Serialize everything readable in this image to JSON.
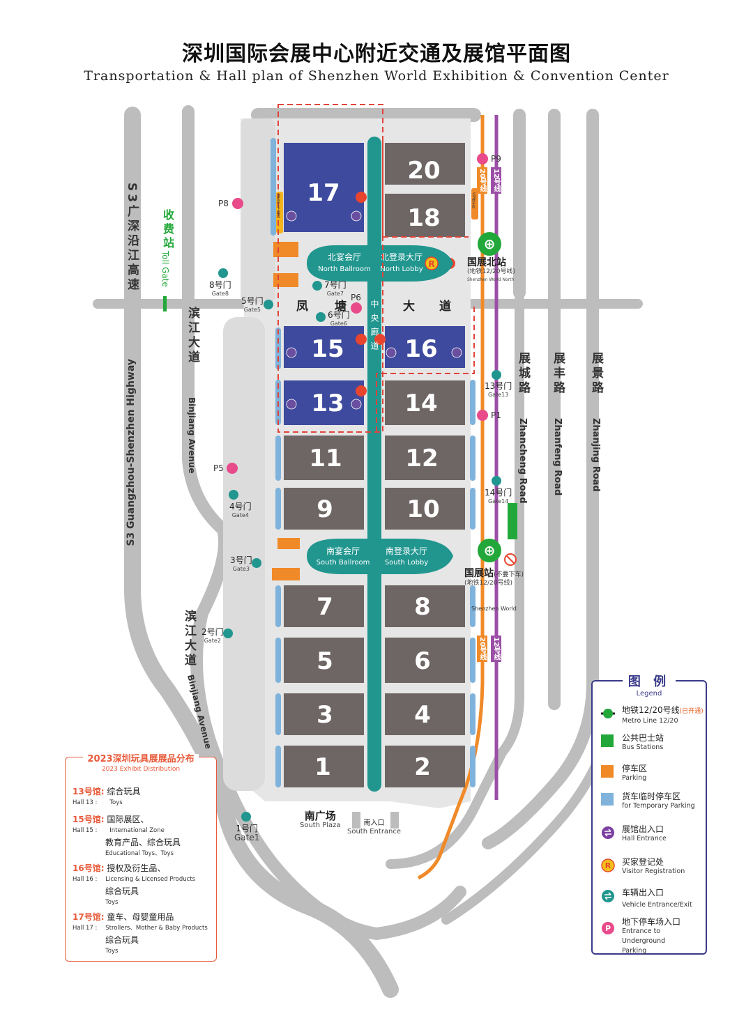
{
  "header": {
    "title": "深圳国际会展中心附近交通及展馆平面图",
    "subtitle": "Transportation & Hall plan of Shenzhen World Exhibition & Convention Center"
  },
  "colors": {
    "blue_hall": "#3e4a9e",
    "gray_hall": "#6e6664",
    "corridor": "#21968f",
    "road": "#bdbdbd",
    "metro12": "#9b4ea6",
    "metro20": "#f08a28",
    "parking": "#f08a28",
    "truck": "#7fb3dc",
    "bus": "#22a83a",
    "highlight": "#e0443a"
  },
  "halls": {
    "h17": "17",
    "h20": "20",
    "h18": "18",
    "h15": "15",
    "h16": "16",
    "h13": "13",
    "h14": "14",
    "h11": "11",
    "h12": "12",
    "h9": "9",
    "h10": "10",
    "h7": "7",
    "h8": "8",
    "h5": "5",
    "h6": "6",
    "h3": "3",
    "h4": "4",
    "h1": "1",
    "h2": "2"
  },
  "ovals": {
    "north_ballroom_cn": "北宴会厅",
    "north_ballroom_en": "North Ballroom",
    "north_lobby_cn": "北登录大厅",
    "north_lobby_en": "North Lobby",
    "south_ballroom_cn": "南宴会厅",
    "south_ballroom_en": "South Ballroom",
    "south_lobby_cn": "南登录大厅",
    "south_lobby_en": "South Lobby"
  },
  "roads": {
    "s3_cn": "S3广深沿江高速",
    "s3_en": "S3 Guangzhou-Shenzhen Highway",
    "toll_cn": "收费站",
    "toll_en": "Toll Gate",
    "binjiang_cn": "滨江大道",
    "binjiang_en": "Binjiang Avenue",
    "fengtang_1": "凤",
    "fengtang_2": "塘",
    "fengtang_3": "大",
    "fengtang_4": "道",
    "corridor_cn": "中央廊道",
    "zhancheng_cn": "展城路",
    "zhancheng_en": "Zhancheng Road",
    "zhanfeng_cn": "展丰路",
    "zhanfeng_en": "Zhanfeng Road",
    "zhanjing_cn": "展景路",
    "zhanjing_en": "Zhanjing Road",
    "line20": "20号线",
    "line12": "12号线",
    "bus_stop_small": "酒店巴士上客点",
    "v_parking_small": "VIP停车区"
  },
  "stations": {
    "north_cn": "国展北站",
    "north_sub": "(地铁12/20号线)",
    "north_en": "Shenzhen World North",
    "south_cn": "国展站",
    "south_note": "(不要下车)",
    "south_sub": "(地铁12/20号线)",
    "south_en": "Shenzhen World"
  },
  "gates": {
    "g8_cn": "8号门",
    "g8_en": "Gate8",
    "g7_cn": "7号门",
    "g7_en": "Gate7",
    "g5_cn": "5号门",
    "g5_en": "Gate5",
    "g6_cn": "6号门",
    "g6_en": "Gate6",
    "g13_cn": "13号门",
    "g13_en": "Gate13",
    "g14_cn": "14号门",
    "g14_en": "Gate14",
    "g4_cn": "4号门",
    "g4_en": "Gate4",
    "g3_cn": "3号门",
    "g3_en": "Gate3",
    "g2_cn": "2号门",
    "g2_en": "Gate2",
    "g1_cn": "1号门",
    "g1_en": "Gate1"
  },
  "parking": {
    "p8": "P8",
    "p6": "P6",
    "p9": "P9",
    "p1": "P1",
    "p5": "P5"
  },
  "plaza": {
    "south_plaza_cn": "南广场",
    "south_plaza_en": "South Plaza",
    "south_entrance_cn": "南入口",
    "south_entrance_en": "South Entrance"
  },
  "legend": {
    "title": "图 例",
    "subtitle": "Legend",
    "metro_cn": "地铁12/20号线",
    "metro_note": "(已开通)",
    "metro_en": "Metro Line 12/20",
    "bus_cn": "公共巴士站",
    "bus_en": "Bus Stations",
    "parking_cn": "停车区",
    "parking_en": "Parking",
    "truck_cn": "货车临时停车区",
    "truck_en": "for  Temporary Parking",
    "hall_entrance_cn": "展馆出入口",
    "hall_entrance_en": "Hall Entrance",
    "visitor_cn": "买家登记处",
    "visitor_en": "Visitor Registration",
    "vehicle_cn": "车辆出入口",
    "vehicle_en": "Vehicle Entrance/Exit",
    "underground_cn": "地下停车场入口",
    "underground_en1": "Entrance to Underground",
    "underground_en2": "Parking",
    "r_symbol": "R",
    "p_symbol": "P"
  },
  "distribution": {
    "title": "2023深圳玩具展展品分布",
    "subtitle": "2023 Exhibit Distribution",
    "h13_hall": "13号馆:",
    "h13_cn": "综合玩具",
    "h13_en_hall": "Hall 13 :",
    "h13_en": "Toys",
    "h15_hall": "15号馆:",
    "h15_cn1": "国际展区、",
    "h15_en_hall": "Hall 15 :",
    "h15_en1": "International Zone",
    "h15_cn2": "教育产品、综合玩具",
    "h15_en2": "Educational Toys、Toys",
    "h16_hall": "16号馆:",
    "h16_cn1": "授权及衍生品、",
    "h16_en_hall": "Hall 16 :",
    "h16_en1": "Licensing & Licensed Products",
    "h16_cn2": "综合玩具",
    "h16_en2": "Toys",
    "h17_hall": "17号馆:",
    "h17_cn1": "童车、母婴童用品",
    "h17_en_hall": "Hall 17 :",
    "h17_en1": "Strollers、Mother & Baby Products",
    "h17_cn2": "综合玩具",
    "h17_en2": "Toys"
  }
}
